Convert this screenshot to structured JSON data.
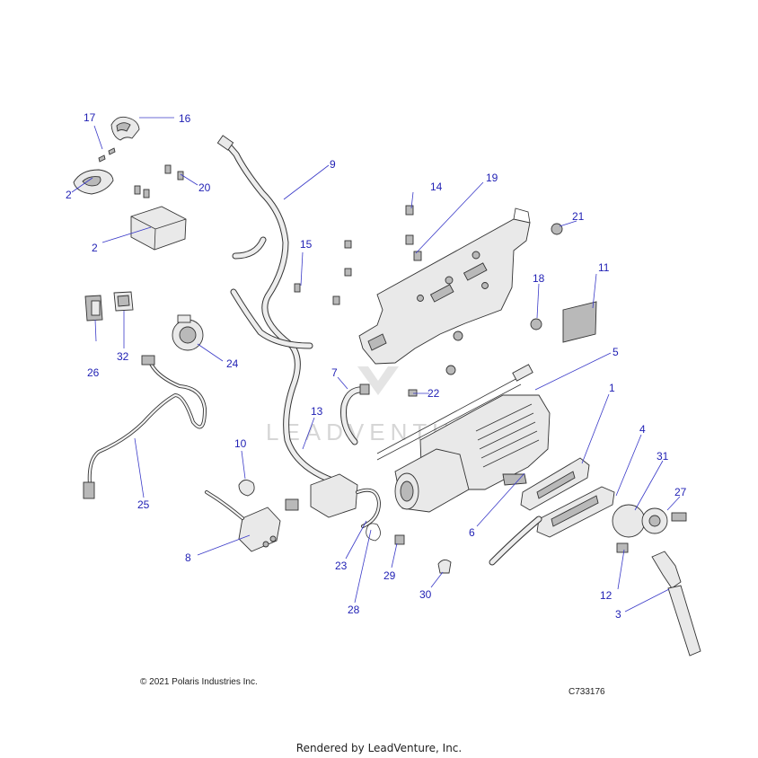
{
  "diagram": {
    "callouts": [
      {
        "id": "1",
        "label": "1"
      },
      {
        "id": "2a",
        "label": "2"
      },
      {
        "id": "2b",
        "label": "2"
      },
      {
        "id": "3",
        "label": "3"
      },
      {
        "id": "4",
        "label": "4"
      },
      {
        "id": "5",
        "label": "5"
      },
      {
        "id": "6",
        "label": "6"
      },
      {
        "id": "7",
        "label": "7"
      },
      {
        "id": "8",
        "label": "8"
      },
      {
        "id": "9",
        "label": "9"
      },
      {
        "id": "10",
        "label": "10"
      },
      {
        "id": "11",
        "label": "11"
      },
      {
        "id": "12",
        "label": "12"
      },
      {
        "id": "13",
        "label": "13"
      },
      {
        "id": "14",
        "label": "14"
      },
      {
        "id": "15",
        "label": "15"
      },
      {
        "id": "16",
        "label": "16"
      },
      {
        "id": "17",
        "label": "17"
      },
      {
        "id": "18",
        "label": "18"
      },
      {
        "id": "19",
        "label": "19"
      },
      {
        "id": "20",
        "label": "20"
      },
      {
        "id": "21",
        "label": "21"
      },
      {
        "id": "22",
        "label": "22"
      },
      {
        "id": "23",
        "label": "23"
      },
      {
        "id": "24",
        "label": "24"
      },
      {
        "id": "25",
        "label": "25"
      },
      {
        "id": "26",
        "label": "26"
      },
      {
        "id": "27",
        "label": "27"
      },
      {
        "id": "28",
        "label": "28"
      },
      {
        "id": "29",
        "label": "29"
      },
      {
        "id": "30",
        "label": "30"
      },
      {
        "id": "31",
        "label": "31"
      },
      {
        "id": "32",
        "label": "32"
      }
    ],
    "watermark": "LEADVENTURE",
    "copyright": "© 2021 Polaris Industries Inc.",
    "diagram_code": "C733176",
    "footer": "Rendered by LeadVenture, Inc.",
    "colors": {
      "callout": "#1f1fb4",
      "line_art": "#333333",
      "background": "#ffffff"
    }
  }
}
